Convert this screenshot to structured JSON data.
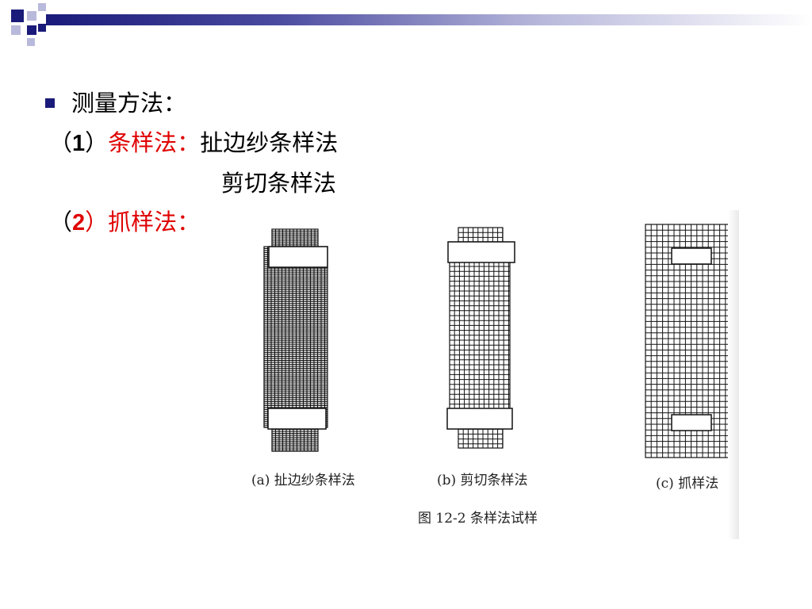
{
  "heading": "测量方法：",
  "method1": {
    "prefix": "（",
    "num": "1",
    "suffix": "）",
    "name": "条样法：",
    "sub1": "扯边纱条样法",
    "sub2": "剪切条样法"
  },
  "method2": {
    "prefix": "（",
    "num": "2",
    "suffix": "）",
    "name": "抓样法："
  },
  "figure": {
    "caption_a": "(a) 扯边纱条样法",
    "caption_b": "(b) 剪切条样法",
    "caption_c": "(c) 抓样法",
    "title": "图 12-2   条样法试样"
  },
  "colors": {
    "accent_navy": "#1a1a7a",
    "highlight_red": "#e00000"
  }
}
